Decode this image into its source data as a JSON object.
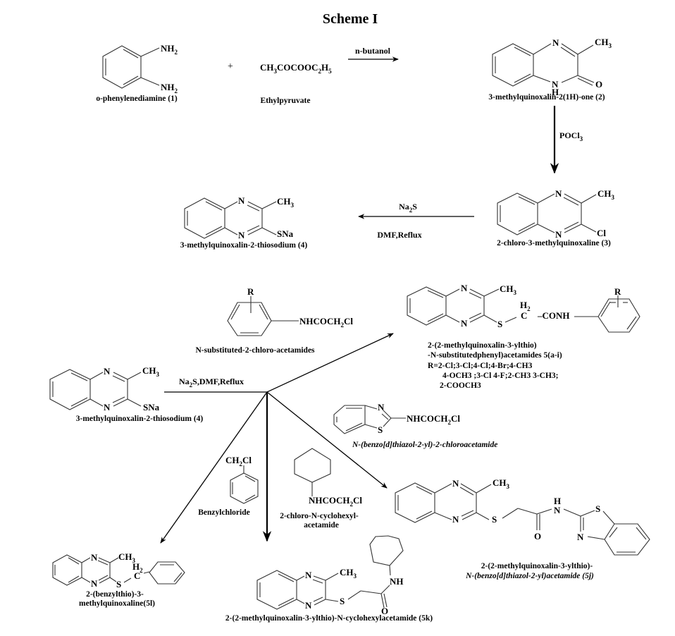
{
  "title": "Scheme I",
  "compounds": {
    "c1": {
      "name": "o-phenylenediamine (1)",
      "nh2_top": "NH",
      "nh2_bottom": "NH",
      "sub": "2"
    },
    "ethylpyruvate": {
      "formula_a": "CH",
      "formula_b": "COCOOC",
      "formula_c": "H",
      "sub3": "3",
      "sub2": "2",
      "sub5": "5",
      "name": "Ethylpyruvate"
    },
    "c2": {
      "name": "3-methylquinoxalin-2(1H)-one (2)",
      "n": "N",
      "nh_h": "H",
      "o": "O",
      "ch3": "CH",
      "sub3": "3"
    },
    "c3": {
      "name": "2-chloro-3-methylquinoxaline (3)",
      "n": "N",
      "cl": "Cl",
      "ch3": "CH",
      "sub3": "3"
    },
    "c4": {
      "name": "3-methylquinoxalin-2-thiosodium (4)",
      "n": "N",
      "sna": "SNa",
      "ch3": "CH",
      "sub3": "3"
    },
    "c4b": {
      "name": "3-methylquinoxalin-2-thiosodium (4)",
      "n": "N",
      "sna": "SNa",
      "ch3": "CH",
      "sub3": "3"
    },
    "reagent_acetamides": {
      "r": "R",
      "group": "NHCOCH",
      "group_tail": "Cl",
      "sub2": "2",
      "name": "N-substituted-2-chloro-acetamides"
    },
    "c5ai": {
      "n": "N",
      "s": "S",
      "ch3": "CH",
      "sub3": "3",
      "h2": "H",
      "sub2": "2",
      "c": "C",
      "conh": "–CONH",
      "r": "R",
      "name_line1": "2-(2-methylquinoxalin-3-ylthio)",
      "name_line2": "-N-substitutedphenyl)acetamides 5(a-i)",
      "r_line1": "R=2-Cl;3-Cl;4-Cl;4-Br;4-CH3",
      "r_line2": "4-OCH3 ;3-Cl 4-F;2-CH3 3-CH3;",
      "r_line3": "2-COOCH3"
    },
    "reagent_benzothiazole": {
      "n": "N",
      "s": "S",
      "group": "NHCOCH",
      "group_tail": "Cl",
      "sub2": "2",
      "name": "N-(benzo[d]thiazol-2-yl)-2-chloroacetamide"
    },
    "reagent_benzyl": {
      "group": "CH",
      "group_tail": "Cl",
      "sub2": "2",
      "name": "Benzylchloride"
    },
    "reagent_cyclohexyl": {
      "group": "NHCOCH",
      "group_tail": "Cl",
      "sub2": "2",
      "name_line1": "2-chloro-N-cyclohexyl-",
      "name_line2": "acetamide"
    },
    "c5j": {
      "n": "N",
      "s": "S",
      "ch3": "CH",
      "sub3": "3",
      "h": "H",
      "nh_n": "N",
      "o": "O",
      "name_line1": "2-(2-methylquinoxalin-3-ylthio)-",
      "name_line2": "N-(benzo[d]thiazol-2-yl)acetamide (5j)"
    },
    "c5k": {
      "n": "N",
      "s": "S",
      "ch3": "CH",
      "sub3": "3",
      "nh": "NH",
      "o": "O",
      "name": "2-(2-methylquinoxalin-3-ylthio)-N-cyclohexylacetamide (5k)"
    },
    "c5l": {
      "n": "N",
      "s": "S",
      "ch3": "CH",
      "sub3": "3",
      "h2": "H",
      "sub2": "2",
      "c": "C",
      "name_line1": "2-(benzylthio)-3-",
      "name_line2": "methylquinoxaline(5l)"
    }
  },
  "conditions": {
    "step1": "n-butanol",
    "step2": "POCl",
    "step2_sub": "3",
    "step3_top": "Na",
    "step3_top_sub": "2",
    "step3_top_tail": "S",
    "step3_bottom": "DMF,Reflux",
    "step4": "Na",
    "step4_sub": "2",
    "step4_tail": "S,DMF,Reflux"
  },
  "plus_sign": "+"
}
